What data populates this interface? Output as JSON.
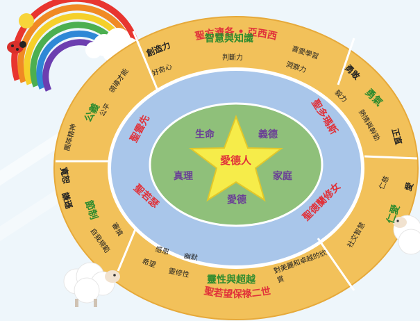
{
  "center": {
    "title": "愛德人",
    "values": [
      "生命",
      "義德",
      "真理",
      "家庭",
      "愛德"
    ]
  },
  "saints": [
    "聖方濟各 • 亞西西",
    "聖多瑪斯",
    "聖德蘭修女",
    "聖若望保祿二世",
    "聖若瑟",
    "聖雲先"
  ],
  "virtues": [
    {
      "name": "智慧與知識",
      "traits": [
        "創造力",
        "好奇心",
        "判斷力",
        "喜愛學習",
        "洞察力"
      ]
    },
    {
      "name": "勇氣",
      "traits": [
        "勇敢",
        "毅力",
        "熱情與幹勁",
        "正直"
      ]
    },
    {
      "name": "仁愛",
      "traits": [
        "愛",
        "仁慈",
        "社交智慧"
      ]
    },
    {
      "name": "靈性與超越",
      "traits": [
        "對美麗和卓越的欣賞",
        "感恩",
        "幽默",
        "希望",
        "靈修性"
      ]
    },
    {
      "name": "節制",
      "traits": [
        "寬恕",
        "謙遜",
        "審慎",
        "自我規範"
      ]
    },
    {
      "name": "公義",
      "traits": [
        "團隊精神",
        "公平",
        "領導才能"
      ]
    }
  ],
  "colors": {
    "outer": "#f2c15a",
    "middle": "#a9c6ea",
    "inner": "#8fc07a",
    "star": "#f6ec4a",
    "virtue": "#2e8b2e",
    "saint": "#e0323a",
    "value": "#6a3e96",
    "trait": "#222222"
  }
}
